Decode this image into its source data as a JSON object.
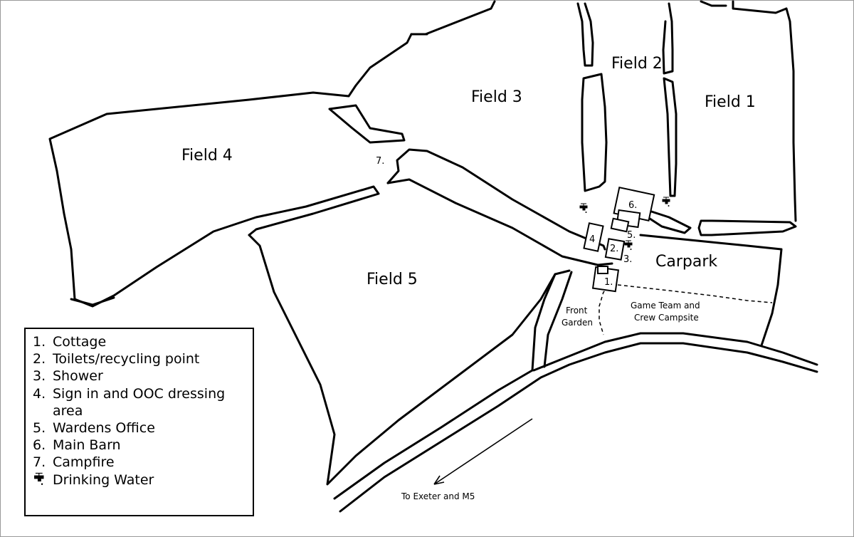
{
  "fields": {
    "field1": "Field 1",
    "field2": "Field 2",
    "field3": "Field 3",
    "field4": "Field 4",
    "field5": "Field 5"
  },
  "map_labels": {
    "carpark": "Carpark",
    "front_garden_line1": "Front",
    "front_garden_line2": "Garden",
    "campsite_line1": "Game Team and",
    "campsite_line2": "Crew Campsite",
    "road_direction": "To Exeter and M5"
  },
  "markers": {
    "m1": "1.",
    "m2": "2.",
    "m3": "3.",
    "m4": "4",
    "m5": "5.",
    "m6": "6.",
    "m7": "7."
  },
  "legend": {
    "items": [
      {
        "num": "1.",
        "text": "Cottage"
      },
      {
        "num": "2.",
        "text": "Toilets/recycling point"
      },
      {
        "num": "3.",
        "text": "Shower"
      },
      {
        "num": "4.",
        "text": "Sign in and OOC dressing area"
      },
      {
        "num": "5.",
        "text": "Wardens Office"
      },
      {
        "num": "6.",
        "text": "Main Barn"
      },
      {
        "num": "7.",
        "text": "Campfire"
      }
    ],
    "water_label": "Drinking Water",
    "water_icon": "drinking-water-tap-icon"
  }
}
